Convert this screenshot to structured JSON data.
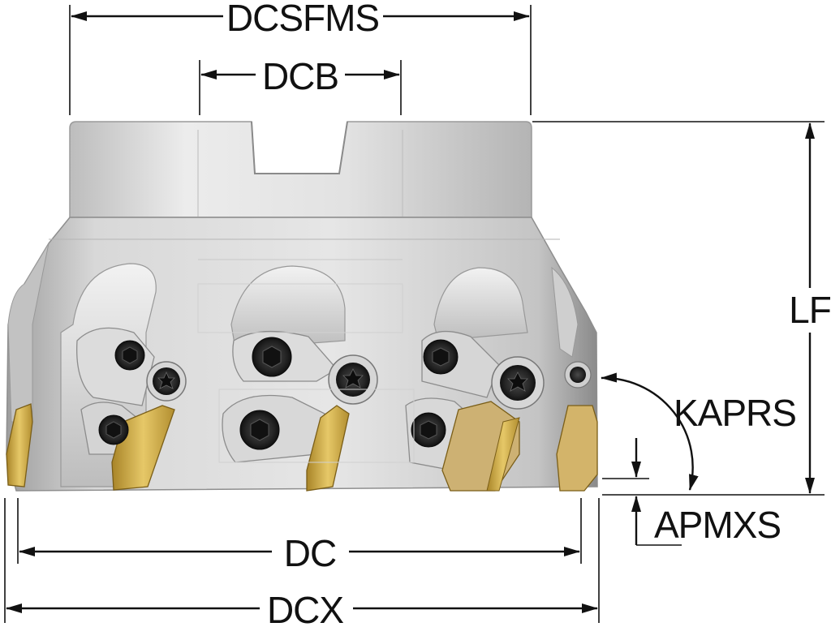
{
  "diagram": {
    "labels": {
      "dcsfms": "DCSFMS",
      "dcb": "DCB",
      "lf": "LF",
      "kaprs": "KAPRS",
      "apmxs": "APMXS",
      "dc": "DC",
      "dcx": "DCX"
    },
    "colors": {
      "body_light": "#e4e4e4",
      "body_mid": "#c9c9c9",
      "body_dark": "#8d8d8d",
      "insert_gold": "#d9b34a",
      "insert_dark": "#9c7a22",
      "screw": "#2b2b2b",
      "line": "#111111"
    }
  }
}
